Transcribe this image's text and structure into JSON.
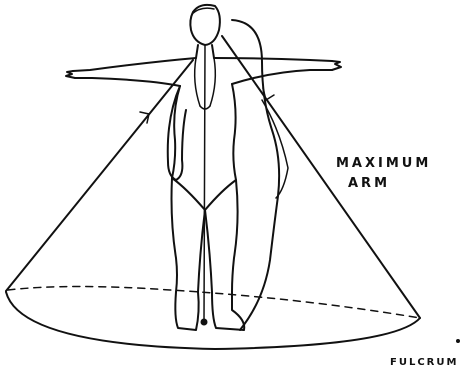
{
  "labels": {
    "maximum": "MAXIMUM",
    "arm": "ARM",
    "fulcrum": "FULCRUM"
  }
}
